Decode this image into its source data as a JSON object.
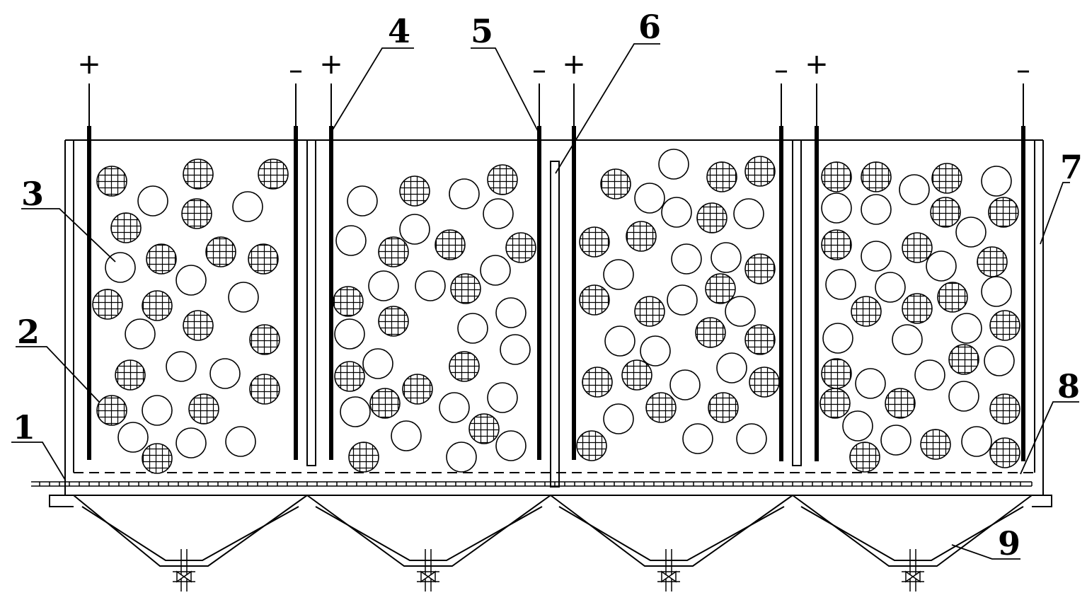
{
  "labels": {
    "n1": "1",
    "n2": "2",
    "n3": "3",
    "n4": "4",
    "n5": "5",
    "n6": "6",
    "n7": "7",
    "n8": "8",
    "n9": "9"
  },
  "signs": {
    "plus": "+",
    "minus": "–"
  },
  "colors": {
    "line": "#000000",
    "background": "#ffffff"
  }
}
